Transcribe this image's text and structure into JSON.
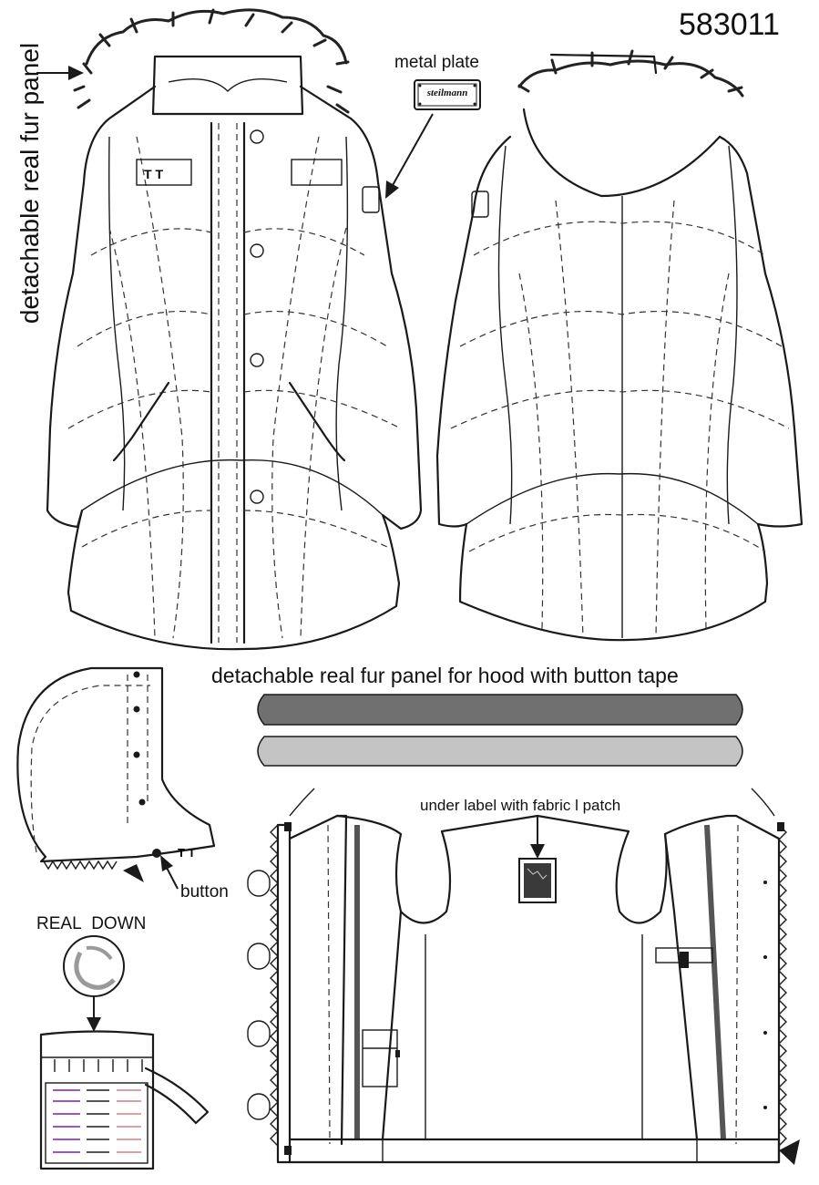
{
  "article_number": "583011",
  "labels": {
    "side_fur_panel": "detachable real fur panel",
    "metal_plate": "metal plate",
    "plate_brand": "steilmann",
    "fur_panel_hood": "detachable real fur panel for hood with button tape",
    "under_label": "under label with fabric l patch",
    "button": "button",
    "real_down": "REAL DOWN"
  },
  "colors": {
    "ink": "#1a1a1a",
    "tape_dark": "#707070",
    "tape_light": "#c4c4c4",
    "zipper_tape": "#555555"
  }
}
